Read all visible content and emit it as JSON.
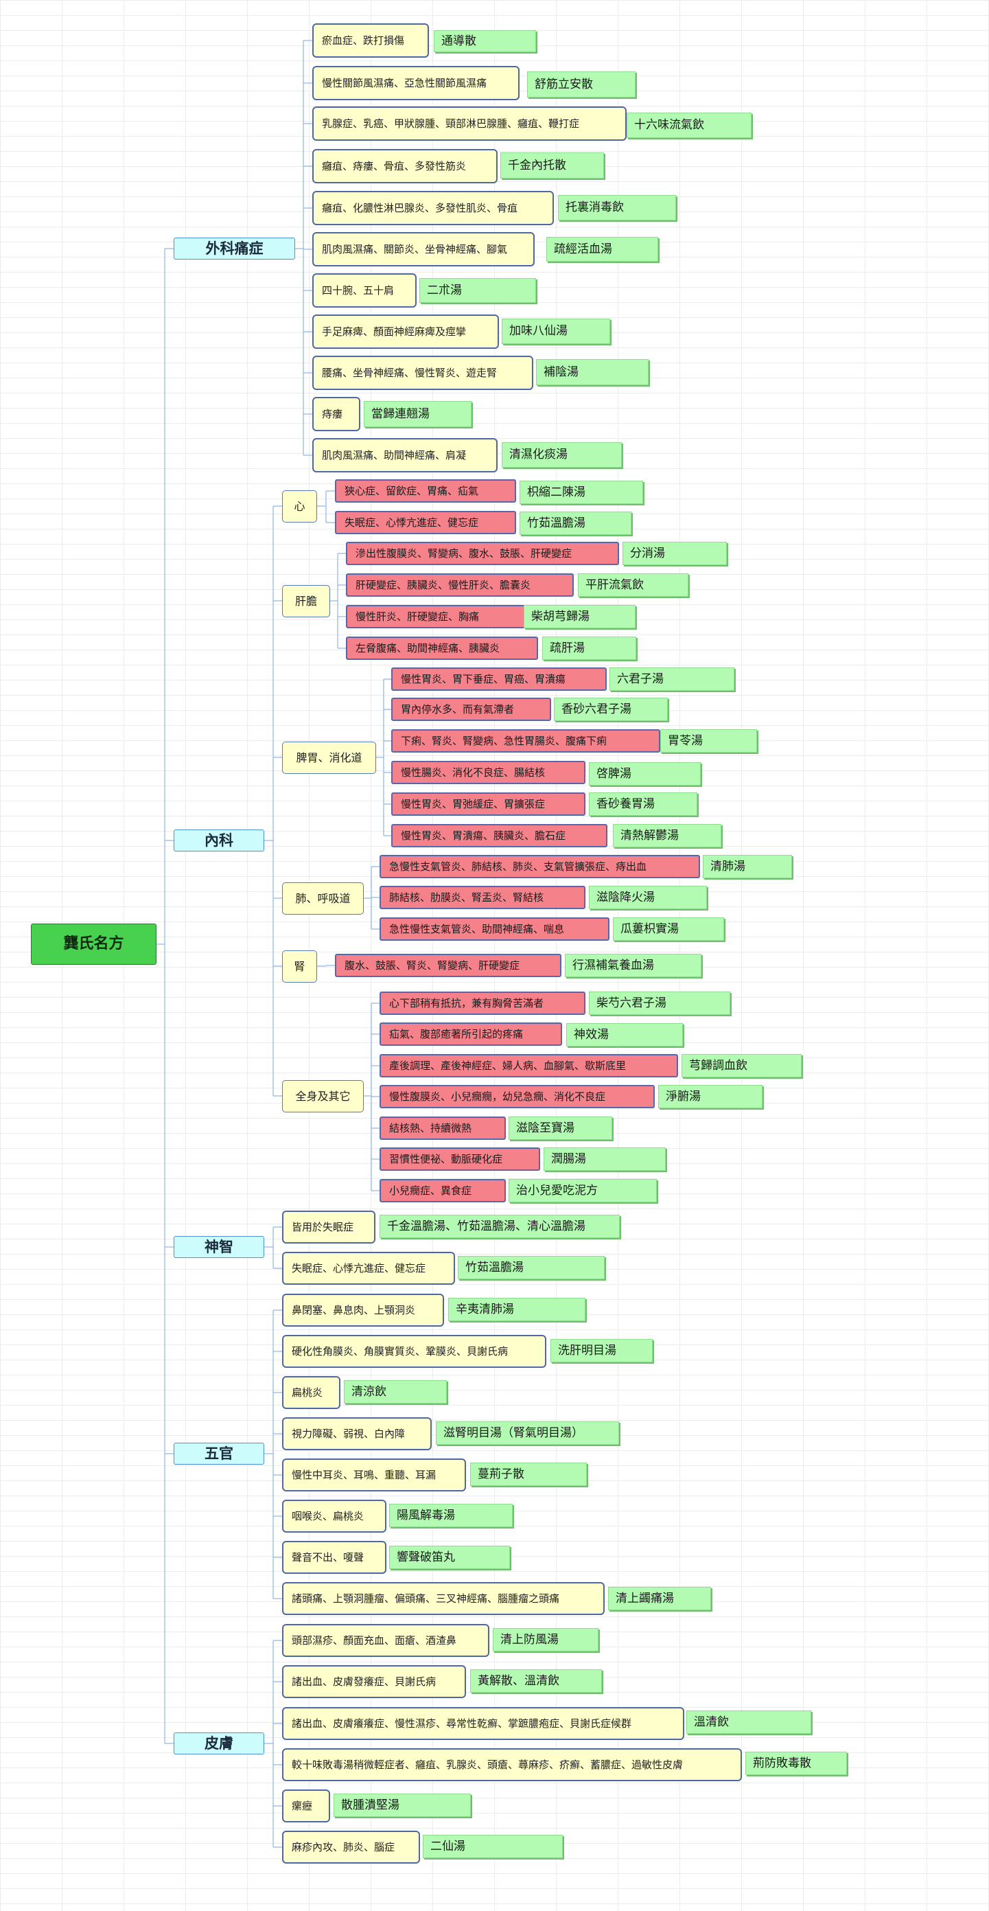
{
  "colors": {
    "root": "#47d14e",
    "category": "#ccfcfb",
    "subgroup": "#ffffcc",
    "condition_yellow": "#ffffcc",
    "condition_red": "#f5818b",
    "formula": "#b3fbb3",
    "connector": "#8fb3e8"
  },
  "root": {
    "label": "龔氏名方"
  },
  "categories": [
    {
      "id": "c1",
      "label": "外科痛症",
      "items": [
        {
          "id": "c1i1",
          "label": "瘀血症、跌打損傷",
          "formula": "通導散"
        },
        {
          "id": "c1i2",
          "label": "慢性關節風濕痛、亞急性關節風濕痛",
          "formula": "舒筋立安散"
        },
        {
          "id": "c1i3",
          "label": "乳腺症、乳癌、甲狀腺腫、頸部淋巴腺腫、癰疽、鞭打症",
          "formula": "十六味流氣飲"
        },
        {
          "id": "c1i4",
          "label": "癰疽、痔瘻、骨疽、多發性筋炎",
          "formula": "千金內托散"
        },
        {
          "id": "c1i5",
          "label": "癰疽、化膿性淋巴腺炎、多發性肌炎、骨疽",
          "formula": "托裏消毒飲"
        },
        {
          "id": "c1i6",
          "label": "肌肉風濕痛、關節炎、坐骨神經痛、腳氣",
          "formula": "疏經活血湯"
        },
        {
          "id": "c1i7",
          "label": "四十腕、五十肩",
          "formula": "二朮湯"
        },
        {
          "id": "c1i8",
          "label": "手足麻痺、顏面神經麻痺及痙攣",
          "formula": "加味八仙湯"
        },
        {
          "id": "c1i9",
          "label": "腰痛、坐骨神經痛、慢性腎炎、遊走腎",
          "formula": "補陰湯"
        },
        {
          "id": "c1i10",
          "label": "痔瘻",
          "formula": "當歸連翹湯"
        },
        {
          "id": "c1i11",
          "label": "肌肉風濕痛、助間神經痛、肩凝",
          "formula": "清濕化痰湯"
        }
      ]
    },
    {
      "id": "c2",
      "label": "內科",
      "groups": [
        {
          "id": "g1",
          "label": "心",
          "items": [
            {
              "id": "g1i1",
              "label": "狹心症、留飲症、胃痛、疝氣",
              "formula": "枳縮二陳湯"
            },
            {
              "id": "g1i2",
              "label": "失眠症、心悸亢進症、健忘症",
              "formula": "竹茹溫膽湯"
            }
          ]
        },
        {
          "id": "g2",
          "label": "肝膽",
          "items": [
            {
              "id": "g2i1",
              "label": "滲出性腹膜炎、腎變病、腹水、鼓脹、肝硬變症",
              "formula": "分消湯"
            },
            {
              "id": "g2i2",
              "label": "肝硬變症、胰臟炎、慢性肝炎、膽囊炎",
              "formula": "平肝流氣飲"
            },
            {
              "id": "g2i3",
              "label": "慢性肝炎、肝硬變症、胸痛",
              "formula": "柴胡芎歸湯"
            },
            {
              "id": "g2i4",
              "label": "左脅腹痛、助間神經痛、胰臟炎",
              "formula": "疏肝湯"
            }
          ]
        },
        {
          "id": "g3",
          "label": "脾胃、消化道",
          "items": [
            {
              "id": "g3i1",
              "label": "慢性胃炎、胃下垂症、胃癌、胃潰瘍",
              "formula": "六君子湯"
            },
            {
              "id": "g3i2",
              "label": "胃內停水多、而有氣滯者",
              "formula": "香砂六君子湯"
            },
            {
              "id": "g3i3",
              "label": "下痢、腎炎、腎變病、急性胃腸炎、腹痛下痢",
              "formula": "胃苓湯"
            },
            {
              "id": "g3i4",
              "label": "慢性腸炎、消化不良症、腸結核",
              "formula": "啓脾湯"
            },
            {
              "id": "g3i5",
              "label": "慢性胃炎、胃弛緩症、胃擴張症",
              "formula": "香砂養胃湯"
            },
            {
              "id": "g3i6",
              "label": "慢性胃炎、胃潰瘍、胰臟炎、膽石症",
              "formula": "清熱解鬱湯"
            }
          ]
        },
        {
          "id": "g4",
          "label": "肺、呼吸道",
          "items": [
            {
              "id": "g4i1",
              "label": "急慢性支氣管炎、肺結核、肺炎、支氣管擴張症、痔出血",
              "formula": "清肺湯"
            },
            {
              "id": "g4i2",
              "label": "肺結核、肋膜炎、腎盂炎、腎結核",
              "formula": "滋陰降火湯"
            },
            {
              "id": "g4i3",
              "label": "急性慢性支氣管炎、助間神經痛、喘息",
              "formula": "瓜蔞枳實湯"
            }
          ]
        },
        {
          "id": "g5",
          "label": "腎",
          "items": [
            {
              "id": "g5i1",
              "label": "腹水、鼓脹、腎炎、腎變病、肝硬變症",
              "formula": "行濕補氣養血湯"
            }
          ]
        },
        {
          "id": "g6",
          "label": "全身及其它",
          "items": [
            {
              "id": "g6i1",
              "label": "心下部稍有抵抗，兼有胸脅苦滿者",
              "formula": "柴芍六君子湯"
            },
            {
              "id": "g6i2",
              "label": "疝氣、腹部癒著所引起的疼痛",
              "formula": "神效湯"
            },
            {
              "id": "g6i3",
              "label": "產後調理、產後神經症、婦人病、血腳氣、歇斯底里",
              "formula": "芎歸調血飲"
            },
            {
              "id": "g6i4",
              "label": "慢性腹膜炎、小兒癇癇，幼兒急癇、消化不良症",
              "formula": "淨腑湯"
            },
            {
              "id": "g6i5",
              "label": "結核熱、持續微熱",
              "formula": "滋陰至寶湯"
            },
            {
              "id": "g6i6",
              "label": "習慣性便祕、動脈硬化症",
              "formula": "潤腸湯"
            },
            {
              "id": "g6i7",
              "label": "小兒癇症、異食症",
              "formula": "治小兒愛吃泥方"
            }
          ]
        }
      ]
    },
    {
      "id": "c3",
      "label": "神智",
      "items": [
        {
          "id": "c3i1",
          "label": "皆用於失眠症",
          "formula": "千金溫膽湯、竹茹溫膽湯、清心溫膽湯"
        },
        {
          "id": "c3i2",
          "label": "失眠症、心悸亢進症、健忘症",
          "formula": "竹茹溫膽湯"
        }
      ]
    },
    {
      "id": "c4",
      "label": "五官",
      "items": [
        {
          "id": "c4i1",
          "label": "鼻閉塞、鼻息肉、上顎洞炎",
          "formula": "辛夷清肺湯"
        },
        {
          "id": "c4i2",
          "label": "硬化性角膜炎、角膜實質炎、鞏膜炎、貝謝氏病",
          "formula": "洗肝明目湯"
        },
        {
          "id": "c4i3",
          "label": "扁桃炎",
          "formula": "清涼飲"
        },
        {
          "id": "c4i4",
          "label": "視力障礙、弱視、白內障",
          "formula": "滋腎明目湯（腎氣明目湯）"
        },
        {
          "id": "c4i5",
          "label": "慢性中耳炎、耳鳴、重聽、耳漏",
          "formula": "蔓荊子散"
        },
        {
          "id": "c4i6",
          "label": "咽喉炎、扁桃炎",
          "formula": "陽風解毒湯"
        },
        {
          "id": "c4i7",
          "label": "聲音不出、嗄聲",
          "formula": "響聲破笛丸"
        },
        {
          "id": "c4i8",
          "label": "諸頭痛、上顎洞腫瘤、偏頭痛、三叉神經痛、腦腫瘤之頭痛",
          "formula": "清上蠲痛湯"
        }
      ]
    },
    {
      "id": "c5",
      "label": "皮膚",
      "items": [
        {
          "id": "c5i1",
          "label": "頭部濕疹、顏面充血、面瘡、酒渣鼻",
          "formula": "清上防風湯"
        },
        {
          "id": "c5i2",
          "label": "諸出血、皮膚發癢症、貝謝氏病",
          "formula": "黃解散、溫清飲"
        },
        {
          "id": "c5i3",
          "label": "諸出血、皮膚癢癢症、慢性濕疹、尋常性乾癬、掌蹠膿疱症、貝謝氏症候群",
          "formula": "溫清飲"
        },
        {
          "id": "c5i4",
          "label": "較十味敗毒湯稍微輕症者、癰疽、乳腺炎、頭瘡、蕁麻疹、疥癬、蓄膿症、過敏性皮膚",
          "formula": "荊防敗毒散"
        },
        {
          "id": "c5i5",
          "label": "瘰癧",
          "formula": "散腫潰堅湯"
        },
        {
          "id": "c5i6",
          "label": "麻疹內攻、肺炎、腦症",
          "formula": "二仙湯"
        }
      ]
    }
  ]
}
